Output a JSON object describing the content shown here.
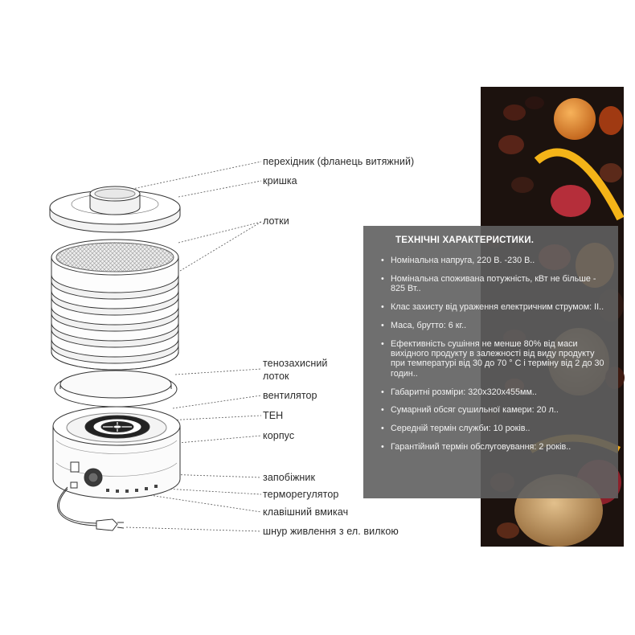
{
  "labels": {
    "adapter": "перехідник (фланець витяжний)",
    "lid": "кришка",
    "trays": "лотки",
    "heat_tray_line1": "тенозахисний",
    "heat_tray_line2": "лоток",
    "fan": "вентилятор",
    "heater": "ТЕН",
    "body": "корпус",
    "fuse": "запобіжник",
    "thermostat": "терморегулятор",
    "switch": "клавішний вмикач",
    "cord": "шнур живлення з ел. вилкою"
  },
  "specs": {
    "title": "ТЕХНІЧНІ ХАРАКТЕРИСТИКИ.",
    "items": [
      "Номінальна напруга, 220 В. -230 В..",
      "Номінальна споживана потужність, кВт не більше - 825 Вт..",
      "Клас захисту від ураження електричним струмом: ІІ..",
      "Маса, брутто: 6 кг..",
      "Ефективність сушіння не менше 80% від маси вихідного продукту в залежності від виду продукту при температурі від 30 до 70 ° С і терміну від 2 до 30 годин..",
      "Габаритні розміри: 320х320х455мм..",
      "Сумарний обсяг сушильної камери: 20 л..",
      "Середній термін служби: 10 років..",
      "Гарантійний термін обслуговування: 2 років.."
    ]
  },
  "colors": {
    "panel": "#5f5f5f",
    "panel_text": "#f2f2f2",
    "label_text": "#2a2a2a",
    "line": "#444444"
  }
}
